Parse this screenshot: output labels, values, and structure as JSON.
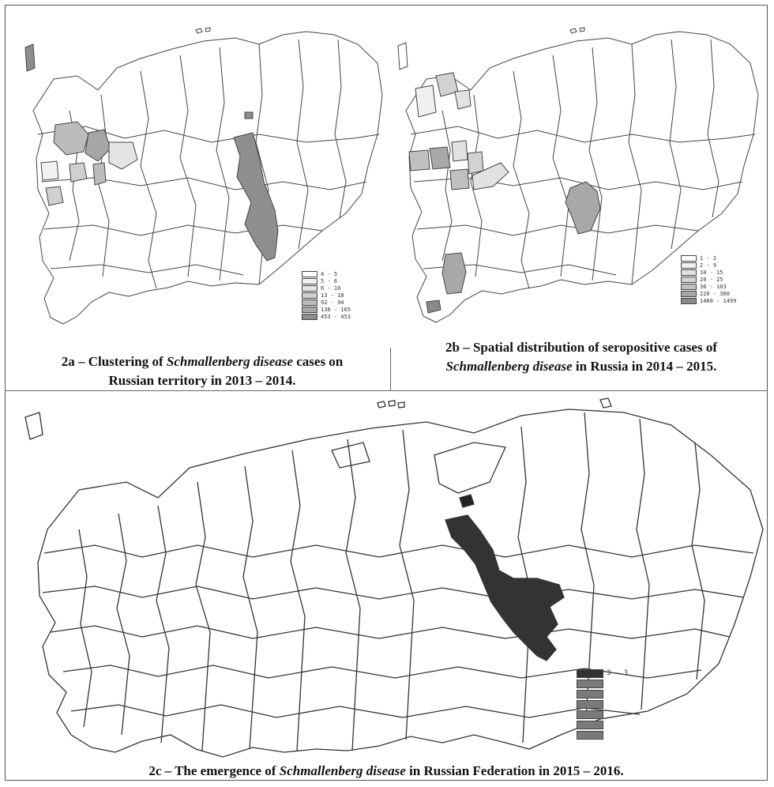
{
  "panels": {
    "a": {
      "caption_pre": "2a – Clustering of ",
      "caption_em": "Schmallenberg disease",
      "caption_post": " cases on",
      "caption_line2": "Russian territory in 2013 – 2014.",
      "legend": [
        {
          "label": "4 - 5",
          "color": "#ffffff"
        },
        {
          "label": "5 - 6",
          "color": "#f2f2f2"
        },
        {
          "label": "6 - 10",
          "color": "#e4e4e4"
        },
        {
          "label": "13 - 18",
          "color": "#d0d0d0"
        },
        {
          "label": "92 - 94",
          "color": "#bcbcbc"
        },
        {
          "label": "136 - 165",
          "color": "#a6a6a6"
        },
        {
          "label": "453 - 453",
          "color": "#8e8e8e"
        }
      ]
    },
    "b": {
      "caption_line1": "2b – Spatial distribution of seropositive cases of",
      "caption_em": "Schmallenberg disease",
      "caption_post": " in Russia in 2014 – 2015.",
      "legend": [
        {
          "label": "1 - 2",
          "color": "#ffffff"
        },
        {
          "label": "2 - 9",
          "color": "#f0f0f0"
        },
        {
          "label": "10 - 15",
          "color": "#e2e2e2"
        },
        {
          "label": "20 - 25",
          "color": "#d2d2d2"
        },
        {
          "label": "36 - 103",
          "color": "#c0c0c0"
        },
        {
          "label": "220 - 300",
          "color": "#a8a8a8"
        },
        {
          "label": "1460 - 1499",
          "color": "#8a8a8a"
        }
      ]
    },
    "c": {
      "caption_pre": "2c – The emergence of ",
      "caption_em": "Schmallenberg disease",
      "caption_post": " in Russian Federation in 2015 – 2016.",
      "legend": [
        {
          "label": "3 - 3",
          "color": "#333333"
        },
        {
          "label": "",
          "color": "#7a7a7a"
        },
        {
          "label": "",
          "color": "#7a7a7a"
        },
        {
          "label": "",
          "color": "#7a7a7a"
        },
        {
          "label": "",
          "color": "#7a7a7a"
        },
        {
          "label": "",
          "color": "#7a7a7a"
        },
        {
          "label": "",
          "color": "#7a7a7a"
        }
      ]
    }
  }
}
